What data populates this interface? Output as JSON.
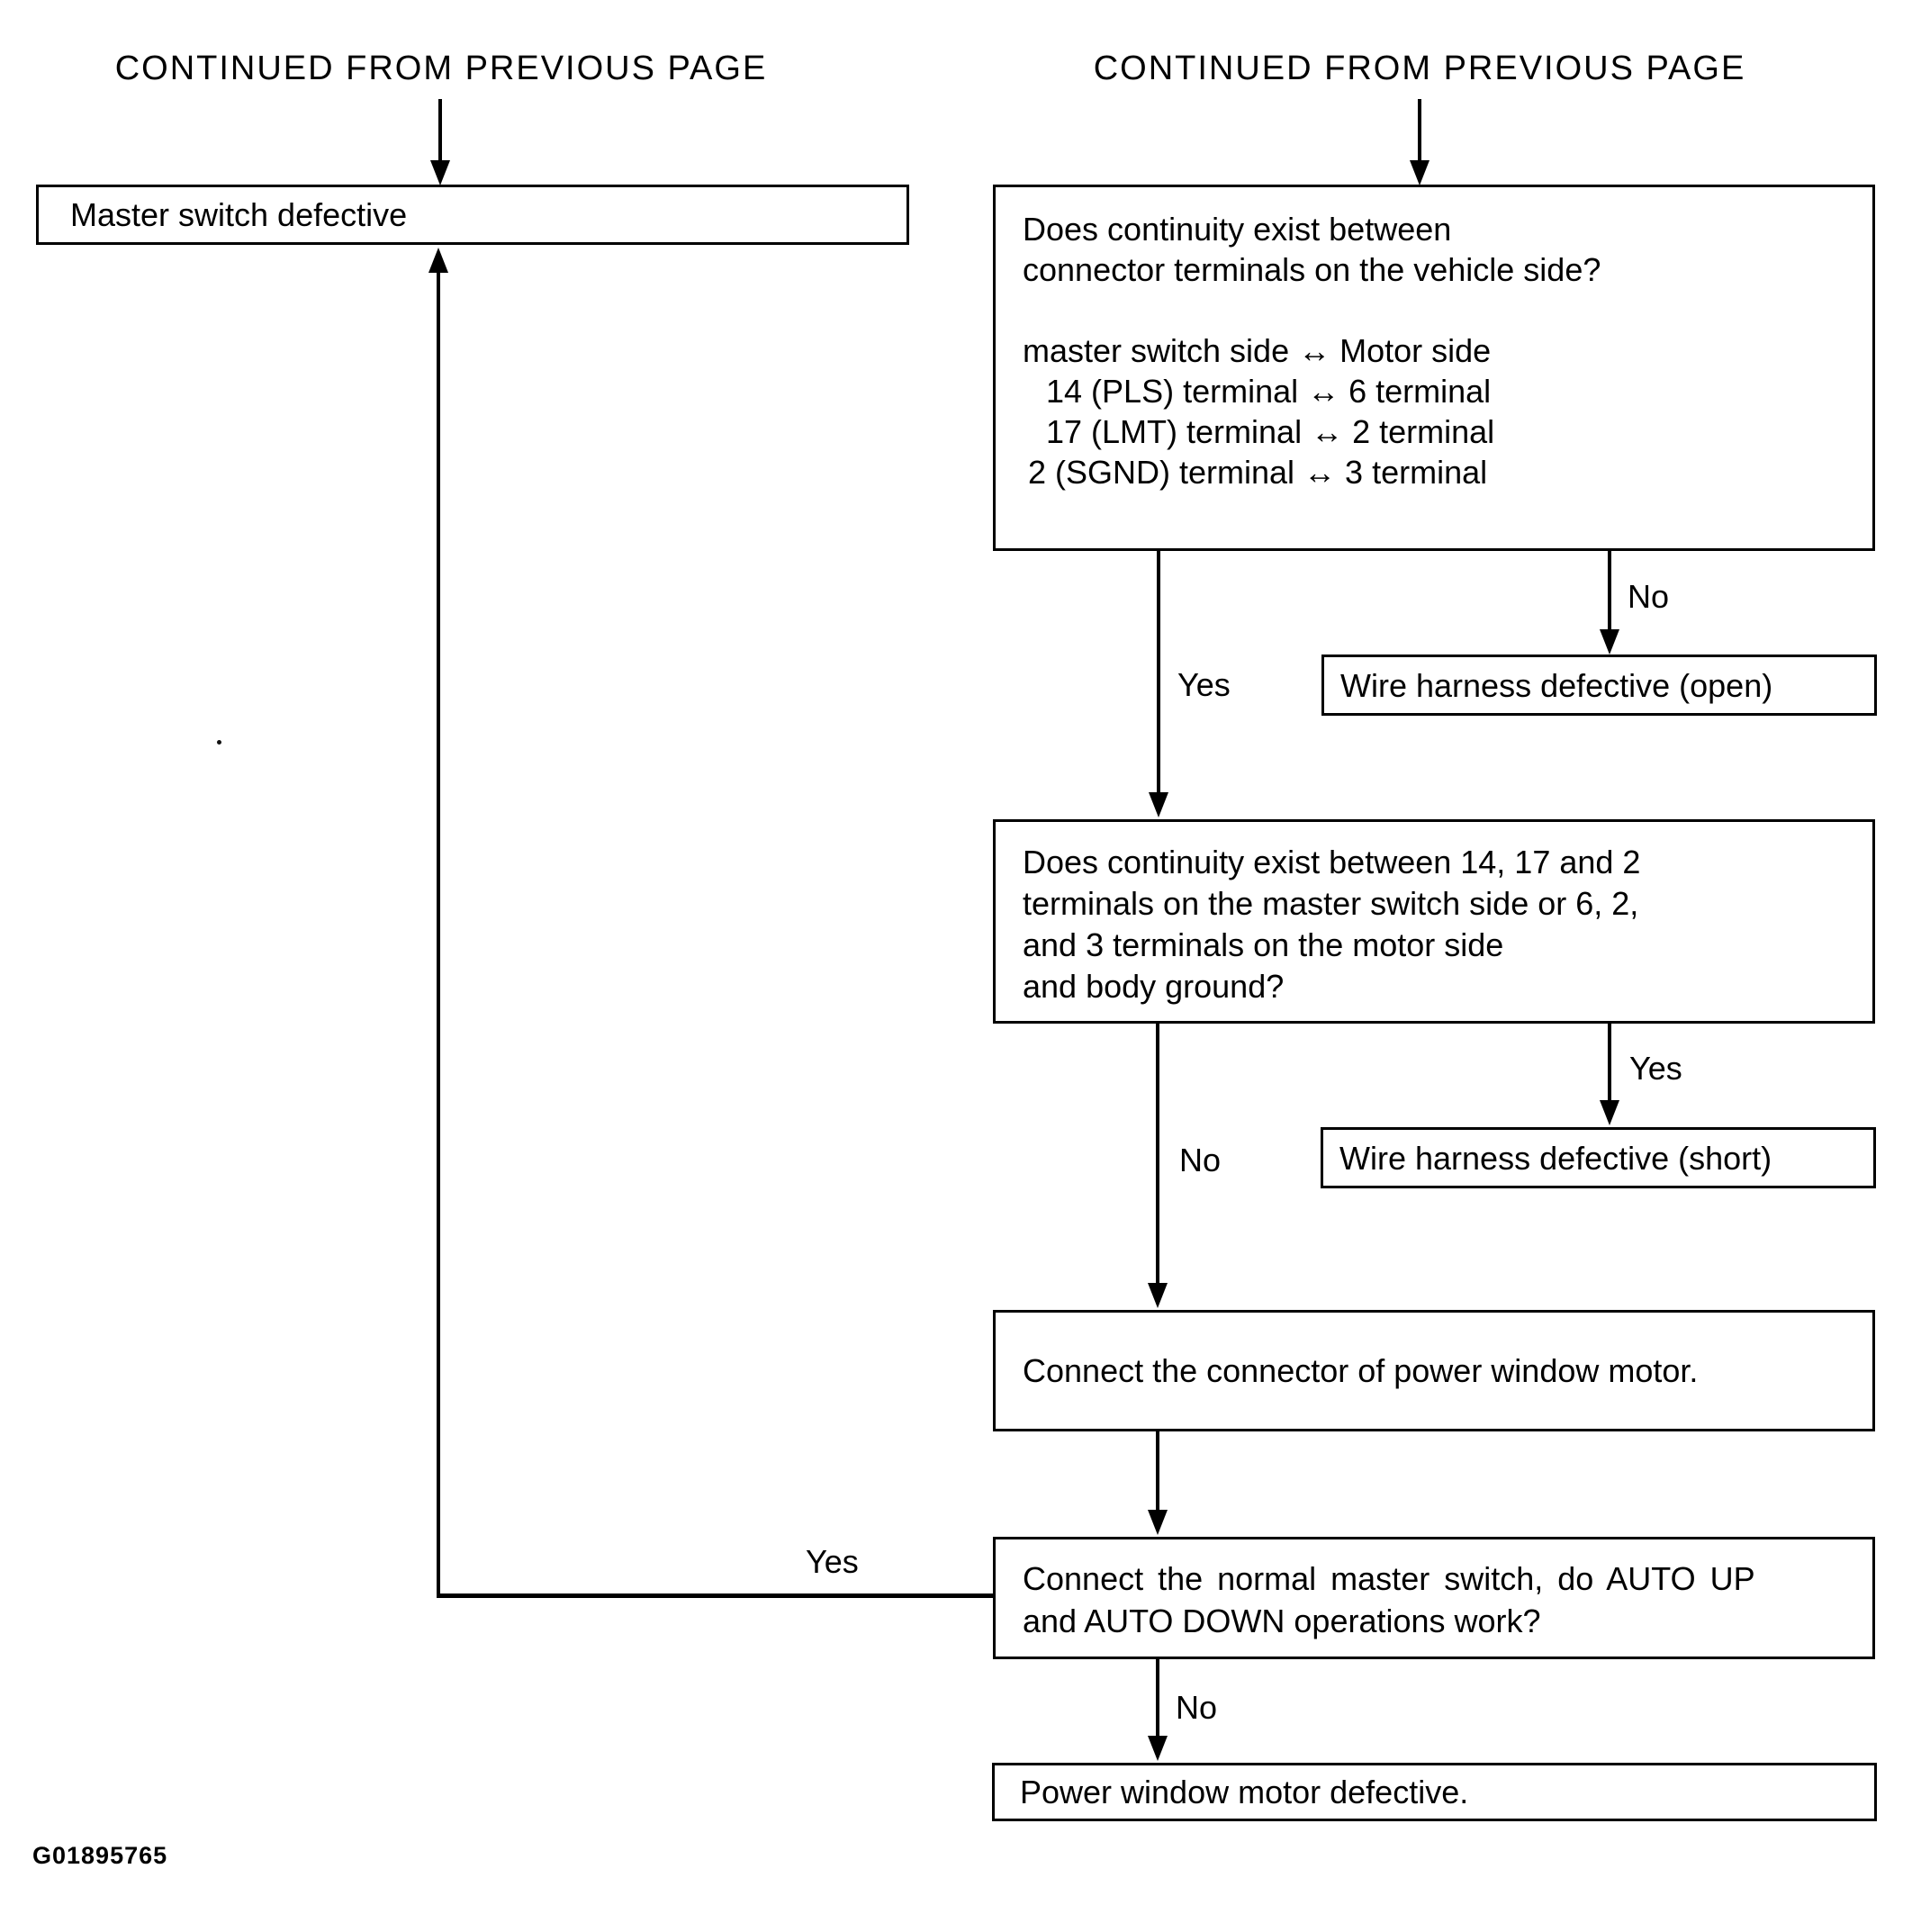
{
  "page": {
    "left_header": "CONTINUED FROM PREVIOUS PAGE",
    "right_header": "CONTINUED FROM PREVIOUS PAGE",
    "figure_code": "G01895765"
  },
  "nodes": {
    "master_switch_defective": "Master switch defective",
    "q1": {
      "line1": "Does continuity exist between",
      "line2": "connector terminals on the vehicle side?",
      "line3": "master switch side ↔ Motor side",
      "line4": "14 (PLS) terminal ↔ 6 terminal",
      "line5": "17 (LMT) terminal ↔ 2 terminal",
      "line6": "2 (SGND) terminal ↔ 3 terminal"
    },
    "wire_harness_open": "Wire harness defective (open)",
    "q2": {
      "line1": "Does continuity exist between 14, 17 and 2",
      "line2": "terminals on the master switch side or 6, 2,",
      "line3": "and 3 terminals on the motor side",
      "line4": "and body ground?"
    },
    "wire_harness_short": "Wire harness defective (short)",
    "connect_connector": "Connect the connector of power window motor.",
    "q4": {
      "line1": "Connect the normal master switch, do AUTO UP",
      "line2": "and AUTO DOWN operations work?"
    },
    "motor_defective": "Power window motor defective."
  },
  "labels": {
    "q1_yes": "Yes",
    "q1_no": "No",
    "q2_yes": "Yes",
    "q2_no": "No",
    "q4_yes": "Yes",
    "q4_no": "No"
  },
  "colors": {
    "line": "#000000",
    "background": "#ffffff"
  }
}
